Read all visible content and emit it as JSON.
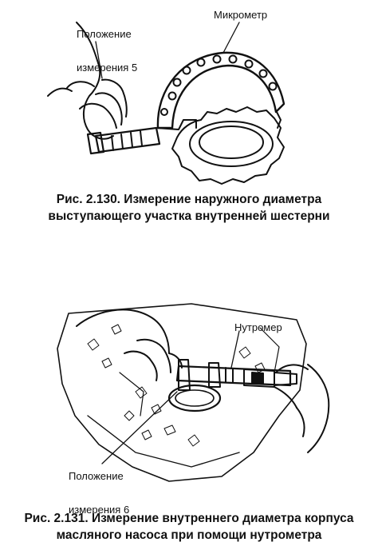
{
  "figure_130": {
    "label_position": [
      "Положение",
      "измерения 5"
    ],
    "label_tool": "Микрометр",
    "caption": [
      "Рис. 2.130. Измерение наружного диаметра",
      "выступающего участка внутренней шестерни"
    ]
  },
  "figure_131": {
    "label_tool": "Нутромер",
    "label_position": [
      "Положение",
      "измерения 6"
    ],
    "caption": [
      "Рис. 2.131. Измерение внутреннего диаметра корпуса",
      "масляного насоса при помощи нутрометра"
    ]
  }
}
